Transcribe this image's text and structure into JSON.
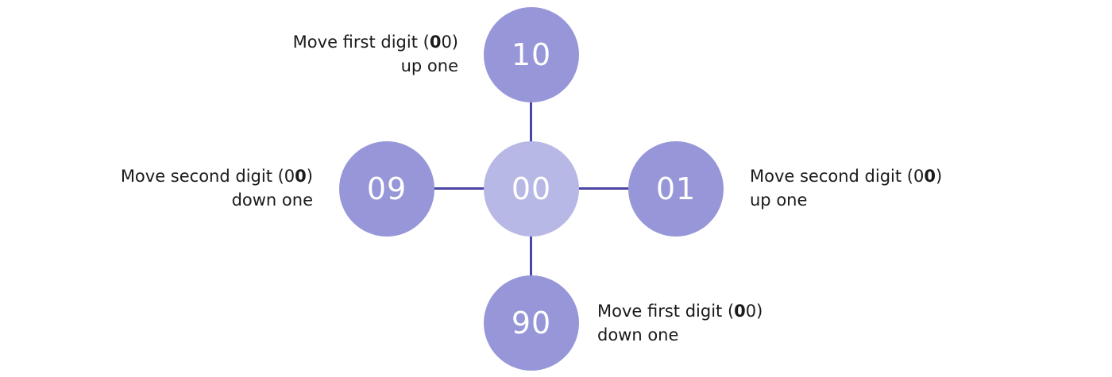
{
  "nodes": {
    "center": "00",
    "top": "10",
    "bottom": "90",
    "left": "09",
    "right": "01"
  },
  "labels": {
    "top": {
      "pre": "Move first digit (",
      "bold": "0",
      "post": "0)",
      "line2": "up one"
    },
    "left": {
      "pre": "Move second digit (0",
      "bold": "0",
      "post": ")",
      "line2": "down one"
    },
    "right": {
      "pre": "Move second digit (0",
      "bold": "0",
      "post": ")",
      "line2": "up one"
    },
    "bottom": {
      "pre": "Move first digit (",
      "bold": "0",
      "post": "0)",
      "line2": "down one"
    }
  },
  "colors": {
    "outer_node": "#9696d9",
    "center_node": "#b8b8e6",
    "connector": "#4a45a6"
  }
}
